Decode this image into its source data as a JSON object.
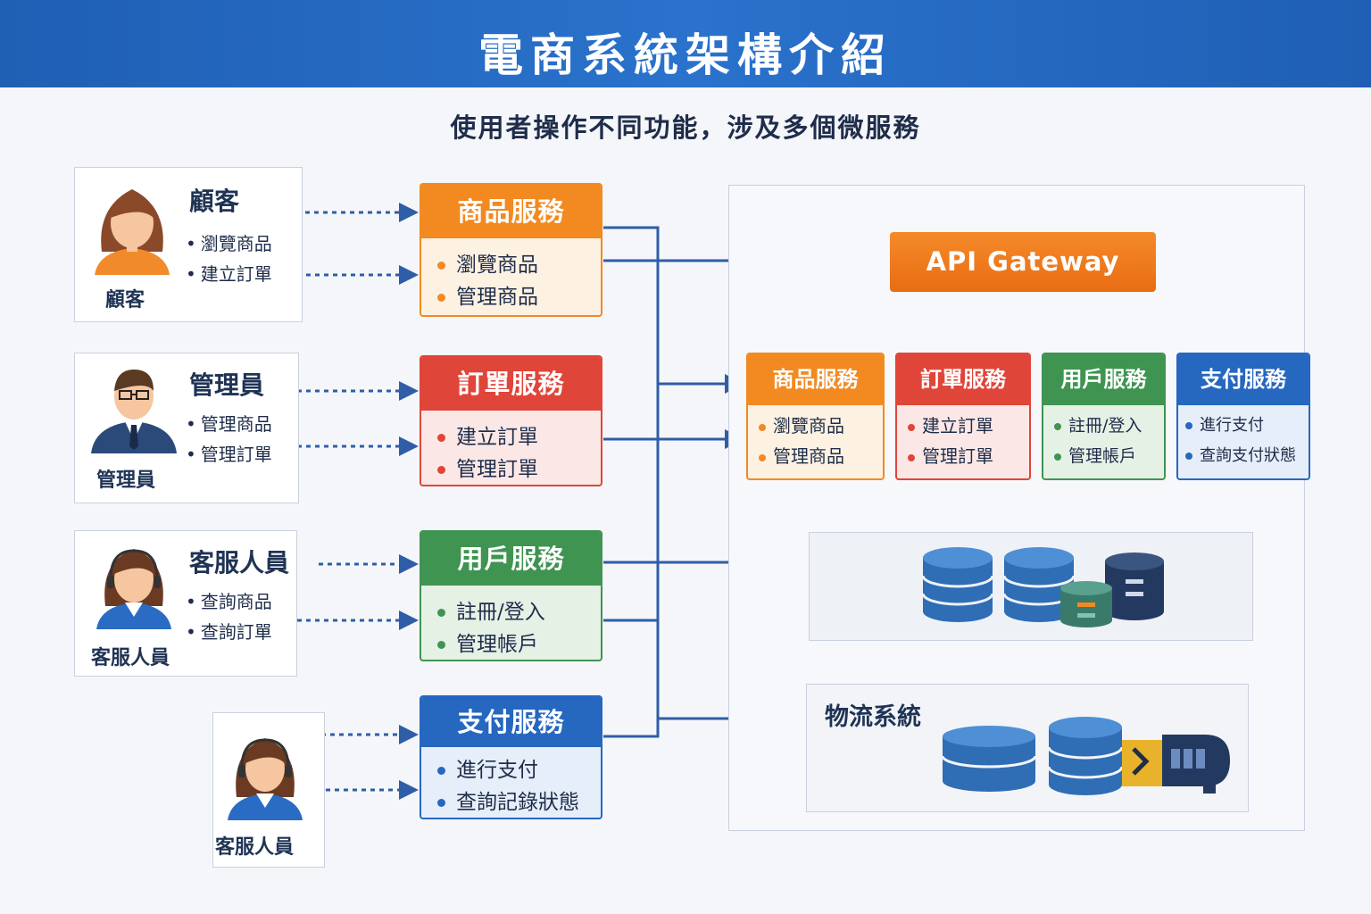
{
  "title": "電商系統架構介紹",
  "subtitle": "使用者操作不同功能，涉及多個微服務",
  "actors": [
    {
      "name": "顧客",
      "caption": "顧客",
      "items": [
        "瀏覽商品",
        "建立訂單"
      ]
    },
    {
      "name": "管理員",
      "caption": "管理員",
      "items": [
        "管理商品",
        "管理訂單"
      ]
    },
    {
      "name": "客服人員",
      "caption": "客服人員",
      "items": [
        "查詢商品",
        "查詢訂單"
      ]
    },
    {
      "name": "",
      "caption": "客服人員",
      "items": []
    }
  ],
  "services": [
    {
      "title": "商品服務",
      "items": [
        "瀏覽商品",
        "管理商品"
      ],
      "color": "#f28a21",
      "bg": "#fdf1e2"
    },
    {
      "title": "訂單服務",
      "items": [
        "建立訂單",
        "管理訂單"
      ],
      "color": "#e0453a",
      "bg": "#fbe8e6"
    },
    {
      "title": "用戶服務",
      "items": [
        "註冊/登入",
        "管理帳戶"
      ],
      "color": "#3f9451",
      "bg": "#e6f1e6"
    },
    {
      "title": "支付服務",
      "items": [
        "進行支付",
        "查詢記錄狀態"
      ],
      "color": "#2667bf",
      "bg": "#e6eef9"
    }
  ],
  "gateway": {
    "label": "API Gateway",
    "color": "#ef7a1a"
  },
  "microservices": [
    {
      "title": "商品服務",
      "items": [
        "瀏覽商品",
        "管理商品"
      ],
      "color": "#f28a21",
      "bg": "#fdf1e2"
    },
    {
      "title": "訂單服務",
      "items": [
        "建立訂單",
        "管理訂單"
      ],
      "color": "#e0453a",
      "bg": "#fbe8e6"
    },
    {
      "title": "用戶服務",
      "items": [
        "註冊/登入",
        "管理帳戶"
      ],
      "color": "#3f9451",
      "bg": "#e6f1e6"
    },
    {
      "title": "支付服務",
      "items": [
        "進行支付",
        "查詢支付狀態"
      ],
      "color": "#2667bf",
      "bg": "#e6eef9"
    }
  ],
  "logistics": {
    "label": "物流系統"
  },
  "colors": {
    "header": "#2468c0",
    "arrow": "#2f5ea6"
  }
}
